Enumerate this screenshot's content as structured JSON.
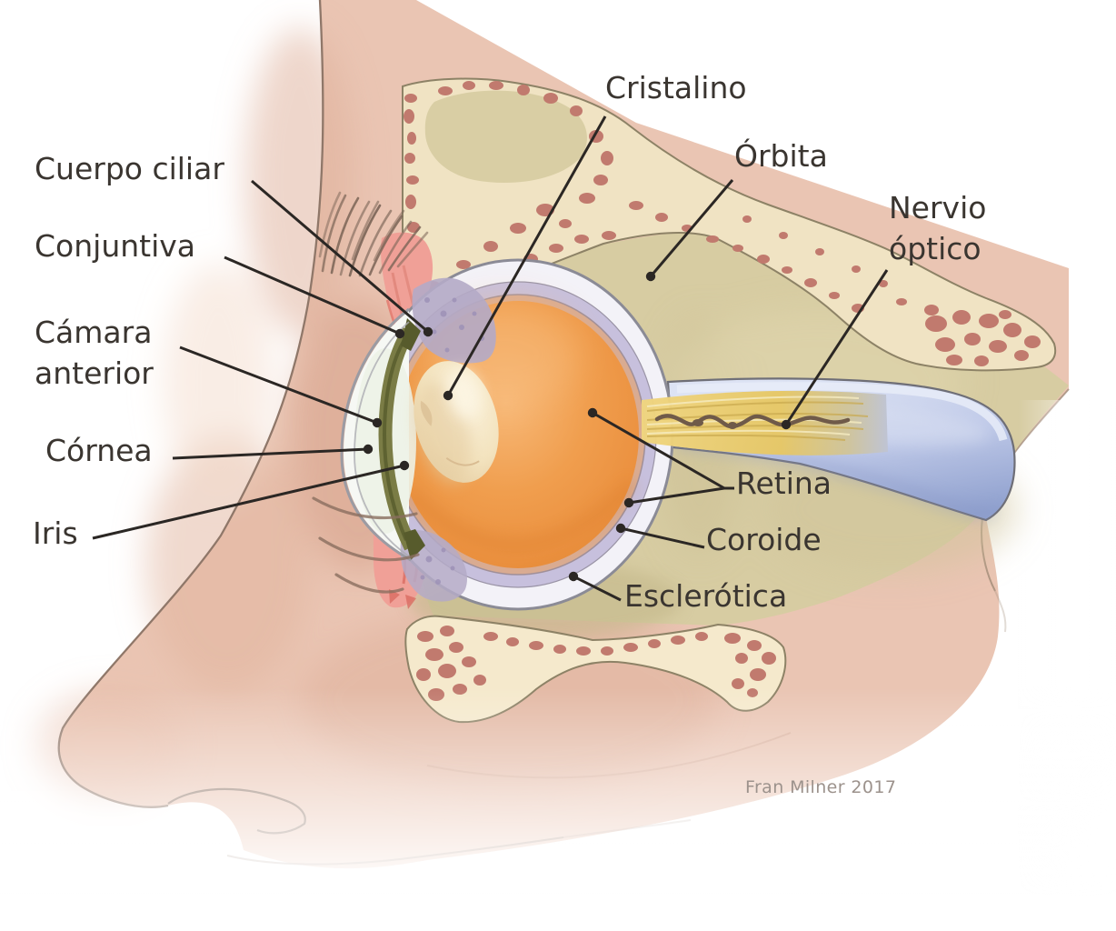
{
  "labels": {
    "cuerpo_ciliar": "Cuerpo ciliar",
    "conjuntiva": "Conjuntiva",
    "camara_anterior": "Cámara anterior",
    "cornea": "Córnea",
    "iris": "Iris",
    "cristalino": "Cristalino",
    "orbita": "Órbita",
    "nervio_optico": "Nervio óptico",
    "retina": "Retina",
    "coroide": "Coroide",
    "esclerotica": "Esclerótica"
  },
  "credit": "Fran Milner 2017",
  "colors": {
    "background": "#FFFFFF",
    "skin": "#EAC5B3",
    "bone": "#F0E3C3",
    "bone_marrow": "#C17A6E",
    "orbit_fat": "#D7CCA2",
    "sclera": "#F3F2F8",
    "choroid_ring": "#C7C0DD",
    "retina_ring": "#D9AB91",
    "vitreous": "#EC9440",
    "lens": "#F3E3BE",
    "iris_green": "#7A7C45",
    "optic_nerve": "#BFC9E8",
    "nerve_fibers": "#E6C765",
    "eyelid": "#F0A097",
    "label_ink": "#3A3530",
    "credit_ink": "#9C928C",
    "leader": "#2B2724"
  }
}
